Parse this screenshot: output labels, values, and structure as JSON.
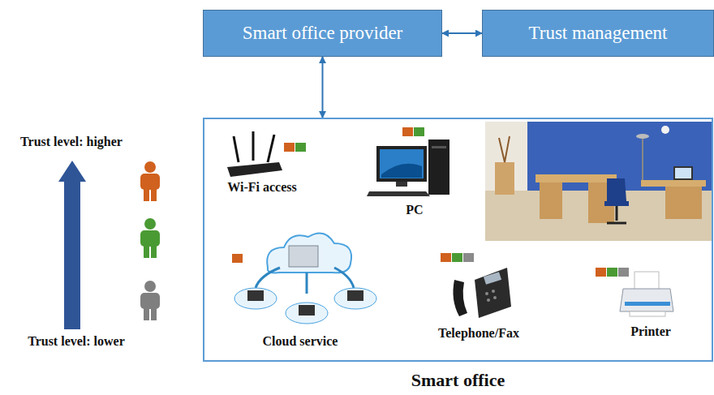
{
  "diagram": {
    "nodes": [
      {
        "text": [
          "Smart office provider"
        ]
      },
      {
        "text": [
          "Trust management"
        ]
      },
      {
        "text": [
          "Smart office"
        ]
      }
    ],
    "edges": [
      {
        "from": 0,
        "to": 1,
        "arrow": "both"
      },
      {
        "from": 0,
        "to": 2,
        "arrow": "both"
      }
    ],
    "labels": [
      "Trust level: higher",
      "Trust level: lower",
      "Wi-Fi access",
      "PC",
      "Cloud service",
      "Telephone/Fax",
      "Printer"
    ]
  }
}
